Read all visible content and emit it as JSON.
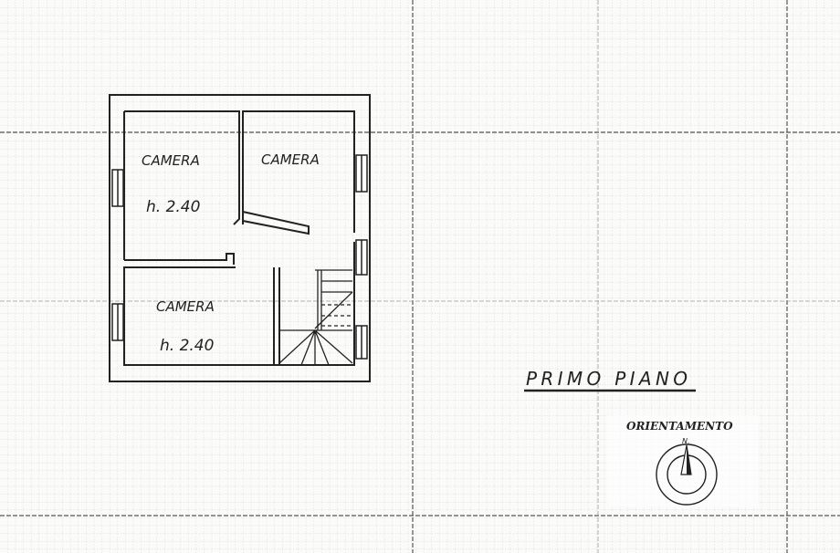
{
  "plan": {
    "title": "PRIMO PIANO",
    "rooms": [
      {
        "name": "CAMERA",
        "height": "h. 2.40"
      },
      {
        "name": "CAMERA"
      },
      {
        "name": "CAMERA",
        "height": "h. 2.40"
      }
    ]
  },
  "compass": {
    "label": "ORIENTAMENTO",
    "north": "N."
  },
  "colors": {
    "ink": "#222222",
    "grid": "#9a9a9a",
    "paper": "#fbfbfa"
  }
}
